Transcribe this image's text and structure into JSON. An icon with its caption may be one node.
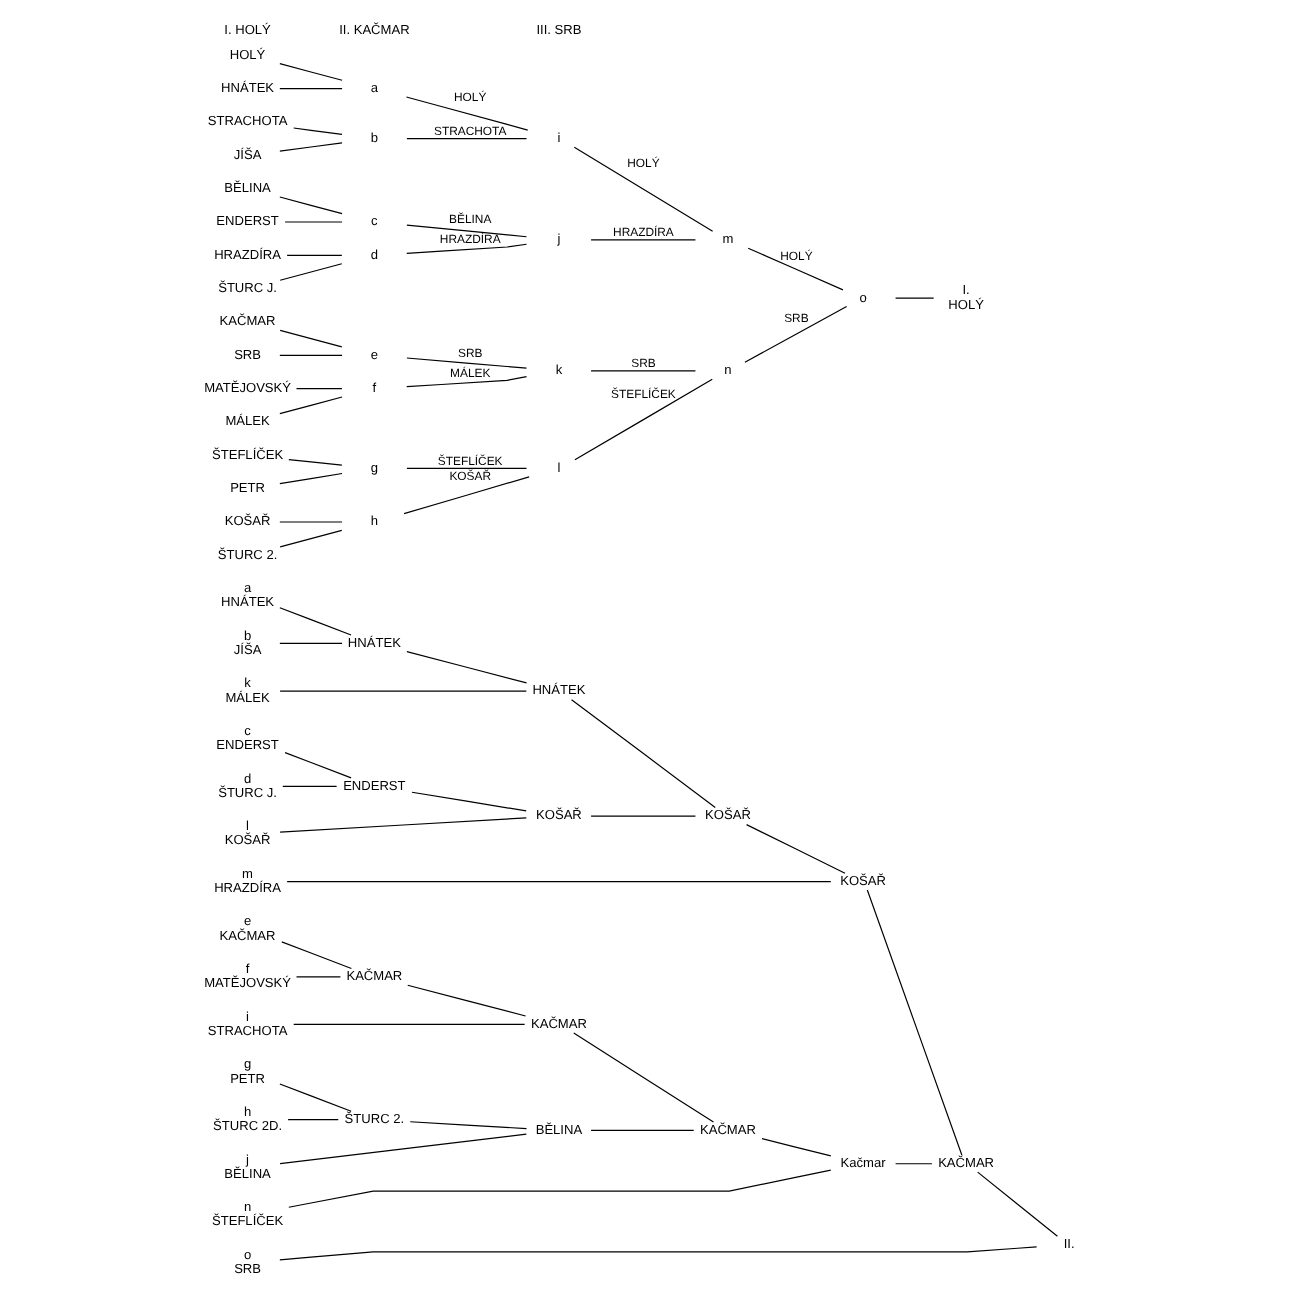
{
  "diagram": {
    "nodes": [
      {
        "text": [
          "HOLÝ"
        ]
      },
      {
        "text": [
          "HNÁTEK"
        ]
      },
      {
        "text": [
          "STRACHOTA"
        ]
      },
      {
        "text": [
          "JÍŠA"
        ]
      },
      {
        "text": [
          "BĚLINA"
        ]
      },
      {
        "text": [
          "ENDERST"
        ]
      },
      {
        "text": [
          "HRAZDÍRA"
        ]
      },
      {
        "text": [
          "ŠTURC J."
        ]
      },
      {
        "text": [
          "KAČMAR"
        ]
      },
      {
        "text": [
          "SRB"
        ]
      },
      {
        "text": [
          "MATĚJOVSKÝ"
        ]
      },
      {
        "text": [
          "MÁLEK"
        ]
      },
      {
        "text": [
          "ŠTEFLÍČEK"
        ]
      },
      {
        "text": [
          "PETR"
        ]
      },
      {
        "text": [
          "KOŠAŘ"
        ]
      },
      {
        "text": [
          "ŠTURC 2."
        ]
      },
      {
        "text": [
          "a"
        ]
      },
      {
        "text": [
          "b"
        ]
      },
      {
        "text": [
          "c"
        ]
      },
      {
        "text": [
          "d"
        ]
      },
      {
        "text": [
          "e"
        ]
      },
      {
        "text": [
          "f"
        ]
      },
      {
        "text": [
          "g"
        ]
      },
      {
        "text": [
          "h"
        ]
      },
      {
        "text": [
          "i"
        ]
      },
      {
        "text": [
          "j"
        ]
      },
      {
        "text": [
          "k"
        ]
      },
      {
        "text": [
          "l"
        ]
      },
      {
        "text": [
          "m"
        ]
      },
      {
        "text": [
          "n"
        ]
      },
      {
        "text": [
          "o"
        ]
      },
      {
        "text": [
          "I.",
          "HOLÝ"
        ]
      },
      {
        "text": [
          "a",
          "HNÁTEK"
        ]
      },
      {
        "text": [
          "b",
          "JÍŠA"
        ]
      },
      {
        "text": [
          "HNÁTEK"
        ]
      },
      {
        "text": [
          "k",
          "MÁLEK"
        ]
      },
      {
        "text": [
          "HNÁTEK"
        ]
      },
      {
        "text": [
          "c",
          "ENDERST"
        ]
      },
      {
        "text": [
          "d",
          "ŠTURC J."
        ]
      },
      {
        "text": [
          "ENDERST"
        ]
      },
      {
        "text": [
          "l",
          "KOŠAŘ"
        ]
      },
      {
        "text": [
          "KOŠAŘ"
        ]
      },
      {
        "text": [
          "KOŠAŘ"
        ]
      },
      {
        "text": [
          "m",
          "HRAZDÍRA"
        ]
      },
      {
        "text": [
          "KOŠAŘ"
        ]
      },
      {
        "text": [
          "e",
          "KAČMAR"
        ]
      },
      {
        "text": [
          "f",
          "MATĚJOVSKÝ"
        ]
      },
      {
        "text": [
          "KAČMAR"
        ]
      },
      {
        "text": [
          "i",
          "STRACHOTA"
        ]
      },
      {
        "text": [
          "KAČMAR"
        ]
      },
      {
        "text": [
          "g",
          "PETR"
        ]
      },
      {
        "text": [
          "h",
          "ŠTURC 2D."
        ]
      },
      {
        "text": [
          "ŠTURC 2."
        ]
      },
      {
        "text": [
          "j",
          "BĚLINA"
        ]
      },
      {
        "text": [
          "BĚLINA"
        ]
      },
      {
        "text": [
          "KAČMAR"
        ]
      },
      {
        "text": [
          "n",
          "ŠTEFLÍČEK"
        ]
      },
      {
        "text": [
          "Kačmar"
        ]
      },
      {
        "text": [
          "KAČMAR"
        ]
      },
      {
        "text": [
          "o",
          "SRB"
        ]
      },
      {
        "text": [
          "II."
        ]
      }
    ],
    "edges": [
      {
        "from": 0,
        "to": 16,
        "arrow": "none"
      },
      {
        "from": 1,
        "to": 16,
        "arrow": "none"
      },
      {
        "from": 2,
        "to": 17,
        "arrow": "none"
      },
      {
        "from": 3,
        "to": 17,
        "arrow": "none"
      },
      {
        "from": 4,
        "to": 18,
        "arrow": "none"
      },
      {
        "from": 5,
        "to": 18,
        "arrow": "none"
      },
      {
        "from": 6,
        "to": 19,
        "arrow": "none"
      },
      {
        "from": 7,
        "to": 19,
        "arrow": "none"
      },
      {
        "from": 8,
        "to": 20,
        "arrow": "none"
      },
      {
        "from": 9,
        "to": 20,
        "arrow": "none"
      },
      {
        "from": 10,
        "to": 21,
        "arrow": "none"
      },
      {
        "from": 11,
        "to": 21,
        "arrow": "none"
      },
      {
        "from": 12,
        "to": 22,
        "arrow": "none"
      },
      {
        "from": 13,
        "to": 22,
        "arrow": "none"
      },
      {
        "from": 14,
        "to": 23,
        "arrow": "none"
      },
      {
        "from": 15,
        "to": 23,
        "arrow": "none"
      },
      {
        "from": 16,
        "to": 24,
        "arrow": "none",
        "label": "HOLÝ"
      },
      {
        "from": 17,
        "to": 24,
        "arrow": "none",
        "label": "STRACHOTA"
      },
      {
        "from": 18,
        "to": 25,
        "arrow": "none",
        "label": "BĚLINA"
      },
      {
        "from": 19,
        "to": 25,
        "arrow": "none",
        "label": "HRAZDÍRA"
      },
      {
        "from": 20,
        "to": 26,
        "arrow": "none",
        "label": "SRB"
      },
      {
        "from": 21,
        "to": 26,
        "arrow": "none",
        "label": "MÁLEK"
      },
      {
        "from": 22,
        "to": 27,
        "arrow": "none",
        "label": "ŠTEFLÍČEK"
      },
      {
        "from": 23,
        "to": 27,
        "arrow": "none",
        "label": "KOŠAŘ"
      },
      {
        "from": 24,
        "to": 28,
        "arrow": "none",
        "label": "HOLÝ"
      },
      {
        "from": 25,
        "to": 28,
        "arrow": "none",
        "label": "HRAZDÍRA"
      },
      {
        "from": 26,
        "to": 29,
        "arrow": "none",
        "label": "SRB"
      },
      {
        "from": 27,
        "to": 29,
        "arrow": "none",
        "label": "ŠTEFLÍČEK"
      },
      {
        "from": 28,
        "to": 30,
        "arrow": "none",
        "label": "HOLÝ"
      },
      {
        "from": 29,
        "to": 30,
        "arrow": "none",
        "label": "SRB"
      },
      {
        "from": 30,
        "to": 31,
        "arrow": "none"
      },
      {
        "from": 32,
        "to": 34,
        "arrow": "none"
      },
      {
        "from": 33,
        "to": 34,
        "arrow": "none"
      },
      {
        "from": 34,
        "to": 36,
        "arrow": "none"
      },
      {
        "from": 35,
        "to": 36,
        "arrow": "none"
      },
      {
        "from": 37,
        "to": 39,
        "arrow": "none"
      },
      {
        "from": 38,
        "to": 39,
        "arrow": "none"
      },
      {
        "from": 39,
        "to": 41,
        "arrow": "none"
      },
      {
        "from": 40,
        "to": 41,
        "arrow": "none"
      },
      {
        "from": 36,
        "to": 42,
        "arrow": "none"
      },
      {
        "from": 41,
        "to": 42,
        "arrow": "none"
      },
      {
        "from": 42,
        "to": 44,
        "arrow": "none"
      },
      {
        "from": 43,
        "to": 44,
        "arrow": "none"
      },
      {
        "from": 45,
        "to": 47,
        "arrow": "none"
      },
      {
        "from": 46,
        "to": 47,
        "arrow": "none"
      },
      {
        "from": 47,
        "to": 49,
        "arrow": "none"
      },
      {
        "from": 48,
        "to": 49,
        "arrow": "none"
      },
      {
        "from": 50,
        "to": 52,
        "arrow": "none"
      },
      {
        "from": 51,
        "to": 52,
        "arrow": "none"
      },
      {
        "from": 52,
        "to": 54,
        "arrow": "none"
      },
      {
        "from": 53,
        "to": 54,
        "arrow": "none"
      },
      {
        "from": 49,
        "to": 55,
        "arrow": "none"
      },
      {
        "from": 54,
        "to": 55,
        "arrow": "none"
      },
      {
        "from": 55,
        "to": 57,
        "arrow": "none"
      },
      {
        "from": 56,
        "to": 57,
        "arrow": "none"
      },
      {
        "from": 44,
        "to": 58,
        "arrow": "none"
      },
      {
        "from": 57,
        "to": 58,
        "arrow": "none"
      },
      {
        "from": 58,
        "to": 60,
        "arrow": "none"
      },
      {
        "from": 59,
        "to": 60,
        "arrow": "none"
      }
    ],
    "labels": [
      "I. HOLÝ",
      "II. KAČMAR",
      "III. SRB"
    ]
  }
}
